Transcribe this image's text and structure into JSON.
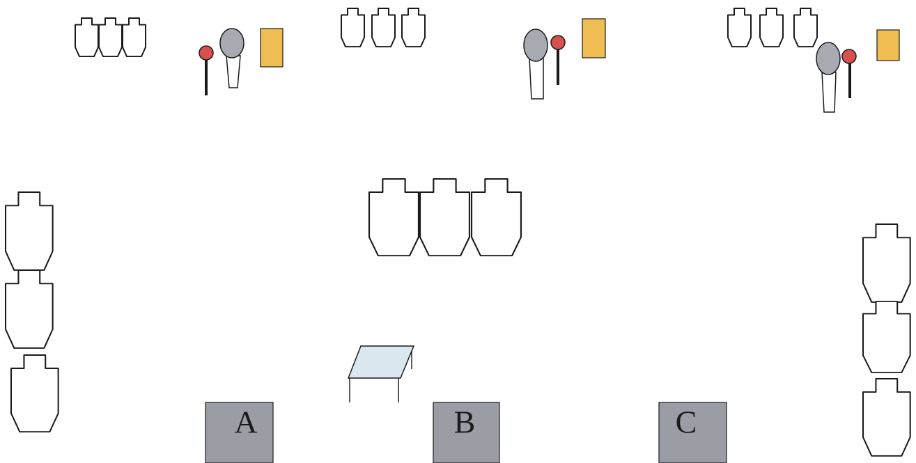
{
  "colors": {
    "steel": "#d9514f",
    "popper": "#a7abb1",
    "activator": "#f0bd52",
    "table": "#dbe7ef",
    "shooting_box": "#9a9ea4"
  },
  "shooting_boxes": [
    {
      "id": "a",
      "label": "A"
    },
    {
      "id": "b",
      "label": "B"
    },
    {
      "id": "c",
      "label": "C"
    }
  ]
}
